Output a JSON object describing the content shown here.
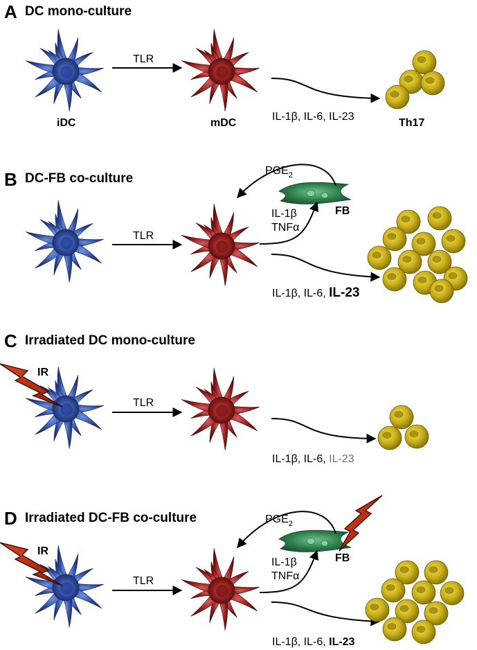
{
  "panels": [
    {
      "letter": "A",
      "title": "DC mono-culture",
      "arrow_label": "TLR",
      "cytokines": "IL-1β, IL-6, IL-23",
      "idc_label": "iDC",
      "mdc_label": "mDC",
      "th17_label": "Th17",
      "th17_count": 4
    },
    {
      "letter": "B",
      "title": "DC-FB co-culture",
      "arrow_label": "TLR",
      "feedback_label": "PGE",
      "feedback_sub": "2",
      "fb_label": "FB",
      "fb_cytokine1": "IL-1β",
      "fb_cytokine2": "TNFα",
      "cytokines_prefix": "IL-1β, IL-6, ",
      "cytokines_emph": "IL-23",
      "th17_count": 12
    },
    {
      "letter": "C",
      "title": "Irradiated DC mono-culture",
      "ir_label": "IR",
      "arrow_label": "TLR",
      "cytokines_prefix": "IL-1β, IL-6, ",
      "cytokines_dim": "IL-23",
      "th17_count": 3
    },
    {
      "letter": "D",
      "title": "Irradiated DC-FB co-culture",
      "ir_label": "IR",
      "arrow_label": "TLR",
      "feedback_label": "PGE",
      "feedback_sub": "2",
      "fb_label": "FB",
      "fb_cytokine1": "IL-1β",
      "fb_cytokine2": "TNFα",
      "cytokines_prefix": "IL-1β, IL-6, ",
      "cytokines_emph": "IL-23",
      "th17_count": 10
    }
  ],
  "colors": {
    "idc": "#2f4ea6",
    "mdc": "#8e1e1e",
    "fb": "#2f7a4a",
    "th17": "#c9b11a",
    "lightning": "#b8250f"
  }
}
